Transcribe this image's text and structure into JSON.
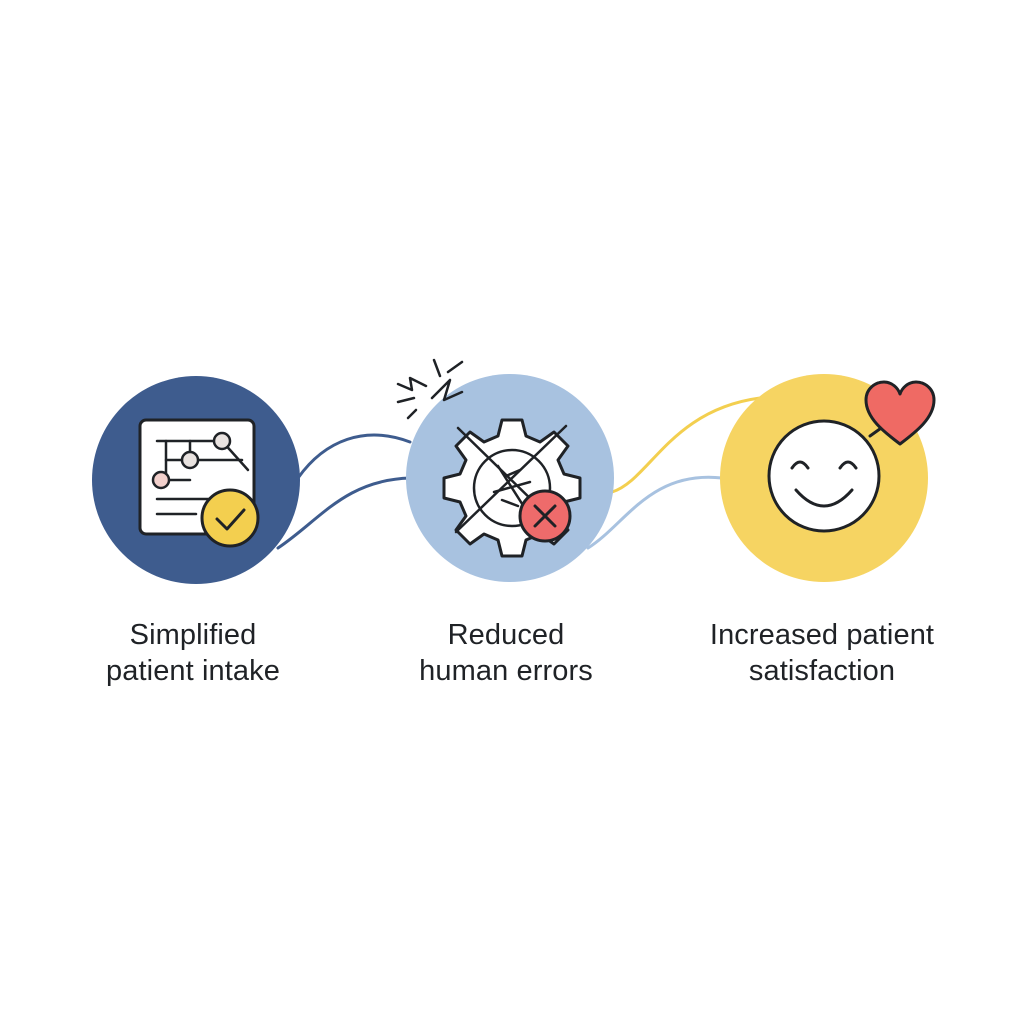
{
  "steps": [
    {
      "line1": "Simplified",
      "line2": "patient intake",
      "color": "#3e5c8e",
      "icon": "checklist-form-icon"
    },
    {
      "line1": "Reduced",
      "line2": "human errors",
      "color": "#a8c2e0",
      "icon": "broken-gear-icon"
    },
    {
      "line1": "Increased patient",
      "line2": "satisfaction",
      "color": "#f6d462",
      "icon": "smiley-heart-icon"
    }
  ],
  "colors": {
    "dark_blue": "#3e5c8e",
    "light_blue": "#a8c2e0",
    "yellow": "#f6d462",
    "check_yellow": "#f3cf4f",
    "error_red": "#ee6b6b",
    "heart_red": "#ef6a64",
    "outline": "#1f2226"
  }
}
